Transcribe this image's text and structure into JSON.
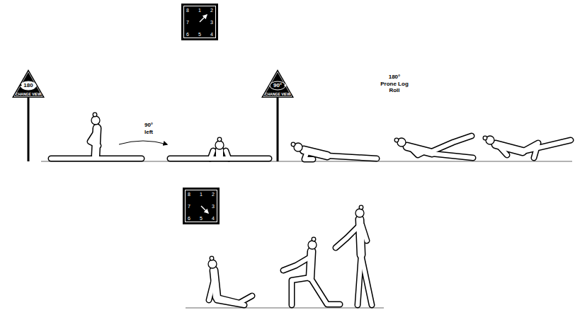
{
  "diagram": {
    "nodes": [
      {
        "text": [
          "8",
          "1",
          "2",
          "7",
          "3",
          "6",
          "5",
          "4"
        ]
      },
      {
        "text": [
          "180",
          "CHANGE VIEW"
        ]
      },
      {
        "text": [
          "90°",
          "CHANGE VIEW"
        ]
      },
      {
        "text": [
          "8",
          "1",
          "2",
          "7",
          "3",
          "6",
          "5",
          "4"
        ]
      }
    ],
    "labels": [
      "90° left",
      "180° Prone Log Roll"
    ]
  }
}
